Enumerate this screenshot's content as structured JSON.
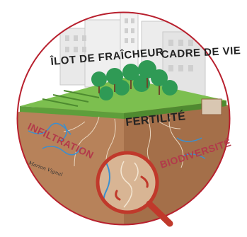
{
  "labels": {
    "ilot": "ÎLOT DE FRAÎCHEUR",
    "cadre": "CADRE DE VIE",
    "fertilite": "FERTILITÉ",
    "infiltration": "INFILTRATION",
    "biodiversite": "BIODIVERSITÉ"
  },
  "signature": "Marion Vignal",
  "colors": {
    "ring": "#b8202e",
    "soil": "#b7825a",
    "soil_dark": "#8f5c39",
    "water": "#3a8fd0",
    "tree": "#2f9a55",
    "grass": "#7cbf4f",
    "building": "#e6e6e6",
    "lens_ring": "#c0392b"
  },
  "icons": {
    "magnifier": "magnifying-glass-icon"
  }
}
